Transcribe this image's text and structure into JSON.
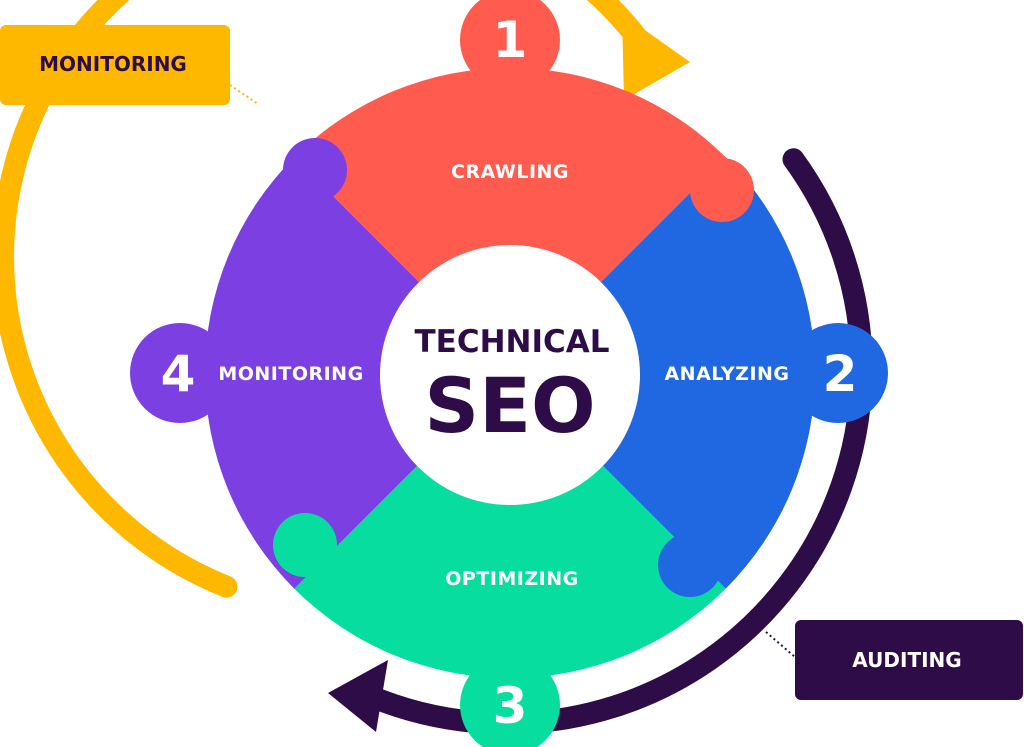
{
  "center": {
    "line1": "TECHNICAL",
    "line2": "SEO"
  },
  "segments": [
    {
      "number": "1",
      "label": "CRAWLING",
      "color": "#FF5B4F"
    },
    {
      "number": "2",
      "label": "ANALYZING",
      "color": "#2068E2"
    },
    {
      "number": "3",
      "label": "OPTIMIZING",
      "color": "#08DDA0"
    },
    {
      "number": "4",
      "label": "MONITORING",
      "color": "#7C40E2"
    }
  ],
  "callouts": {
    "monitoring": {
      "label": "MONITORING",
      "color": "#FFB800",
      "text_color": "#2D0C47"
    },
    "auditing": {
      "label": "AUDITING",
      "color": "#2D0C47",
      "text_color": "#FFFFFF"
    }
  },
  "colors": {
    "dark": "#2D0C47",
    "orange": "#FFB800"
  }
}
